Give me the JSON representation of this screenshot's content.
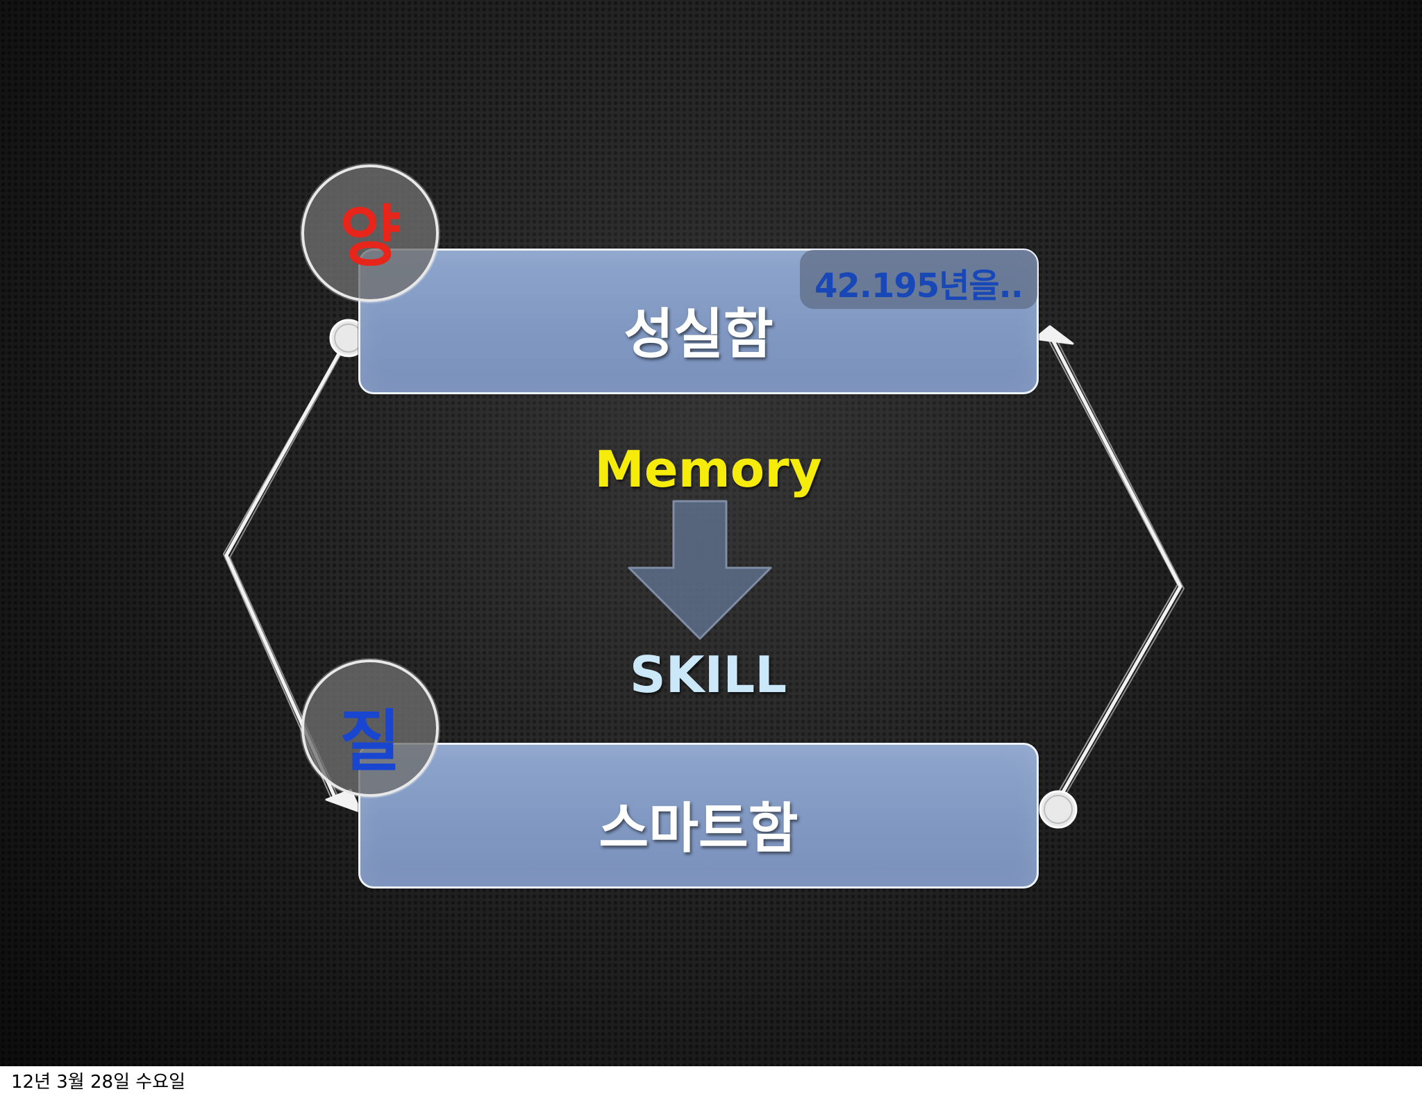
{
  "slide": {
    "top_box_label": "성실함",
    "bottom_box_label": "스마트함",
    "top_circle_char": "양",
    "bottom_circle_char": "질",
    "note_badge": "42.195년을..",
    "memory_label": "Memory",
    "skill_label": "SKILL"
  },
  "footer": {
    "date": "12년 3월 28일 수요일"
  },
  "colors": {
    "background": "#262626",
    "box_fill": "#8199c2",
    "box_border": "#eef2fa",
    "circle_top_char": "#e8251a",
    "circle_bottom_char": "#1846d0",
    "memory_text": "#f5ec0c",
    "skill_text": "#cbe8f8",
    "note_text": "#1848b8",
    "arrow_fill": "#5d6f8a"
  },
  "icons": {
    "center_arrow": "down-arrow-icon",
    "loop_arrows": "hand-drawn-arrow-icon"
  }
}
